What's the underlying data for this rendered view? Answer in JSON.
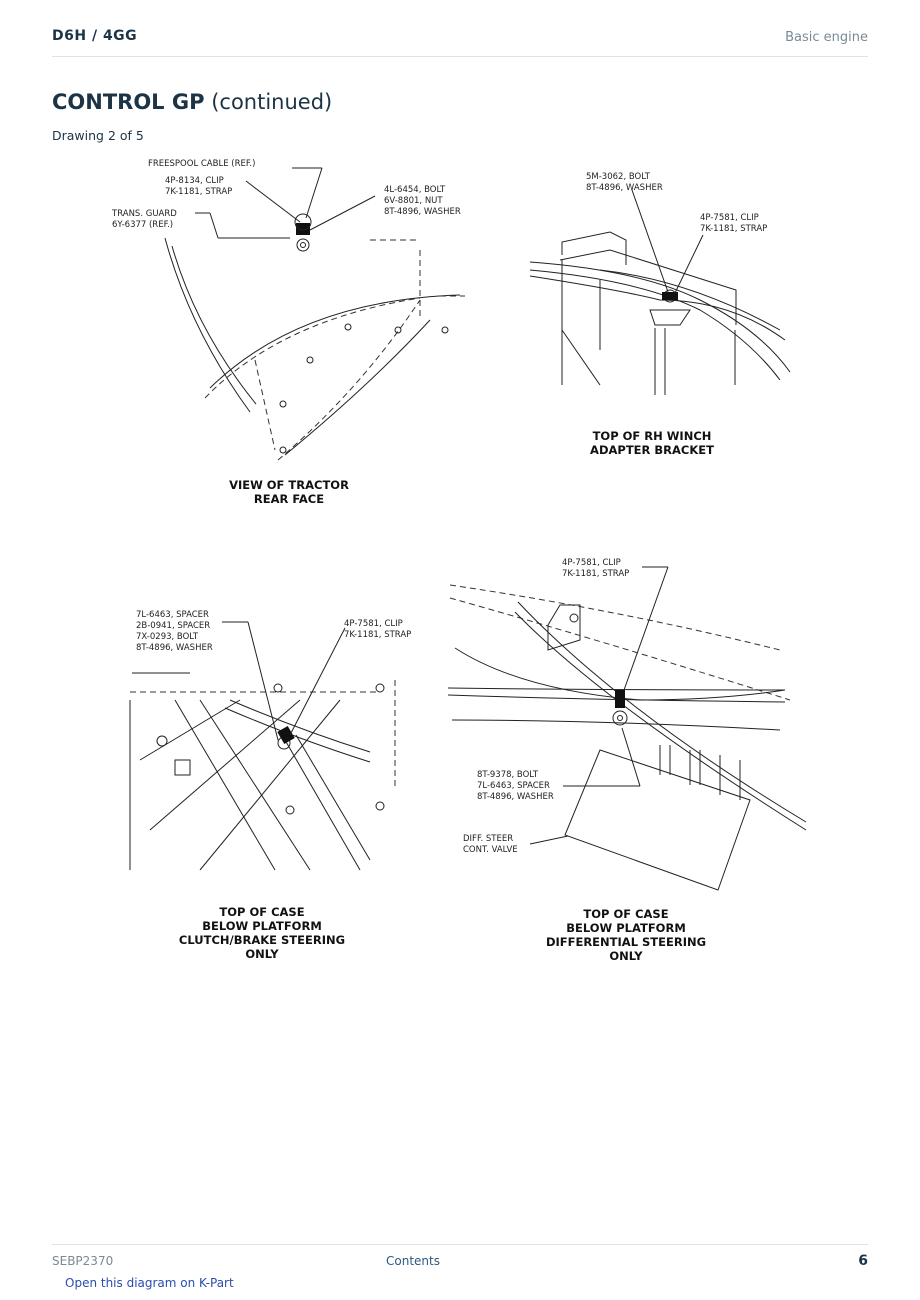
{
  "header": {
    "model": "D6H  /  4GG",
    "section": "Basic engine"
  },
  "title": {
    "main": "CONTROL GP",
    "suffix": "(continued)"
  },
  "subtitle": "Drawing 2 of 5",
  "diagrams": {
    "rear_face": {
      "labels": [
        "FREESPOOL CABLE (REF.)",
        "4P-8134, CLIP",
        "7K-1181, STRAP",
        "TRANS. GUARD",
        "6Y-6377 (REF.)",
        "4L-6454, BOLT",
        "6V-8801, NUT",
        "8T-4896, WASHER"
      ],
      "caption": [
        "VIEW OF TRACTOR",
        "REAR FACE"
      ]
    },
    "winch_bracket": {
      "labels": [
        "5M-3062, BOLT",
        "8T-4896,  WASHER",
        "4P-7581, CLIP",
        "7K-1181, STRAP"
      ],
      "caption": [
        "TOP OF RH WINCH",
        "ADAPTER BRACKET"
      ]
    },
    "clutch_brake": {
      "labels": [
        "7L-6463,  SPACER",
        "2B-0941,  SPACER",
        "7X-0293,  BOLT",
        "8T-4896,  WASHER",
        "4P-7581, CLIP",
        "7K-1181, STRAP"
      ],
      "caption": [
        "TOP OF CASE",
        "BELOW PLATFORM",
        "CLUTCH/BRAKE STEERING",
        "ONLY"
      ]
    },
    "differential": {
      "labels": [
        "4P-7581, CLIP",
        "7K-1181, STRAP",
        "8T-9378, BOLT",
        "7L-6463, SPACER",
        "8T-4896, WASHER",
        "DIFF. STEER",
        "CONT. VALVE"
      ],
      "caption": [
        "TOP OF CASE",
        "BELOW PLATFORM",
        "DIFFERENTIAL STEERING",
        "ONLY"
      ]
    }
  },
  "footer": {
    "doc": "SEBP2370",
    "contents": "Contents",
    "page": "6"
  },
  "link": "Open this diagram on K-Part"
}
